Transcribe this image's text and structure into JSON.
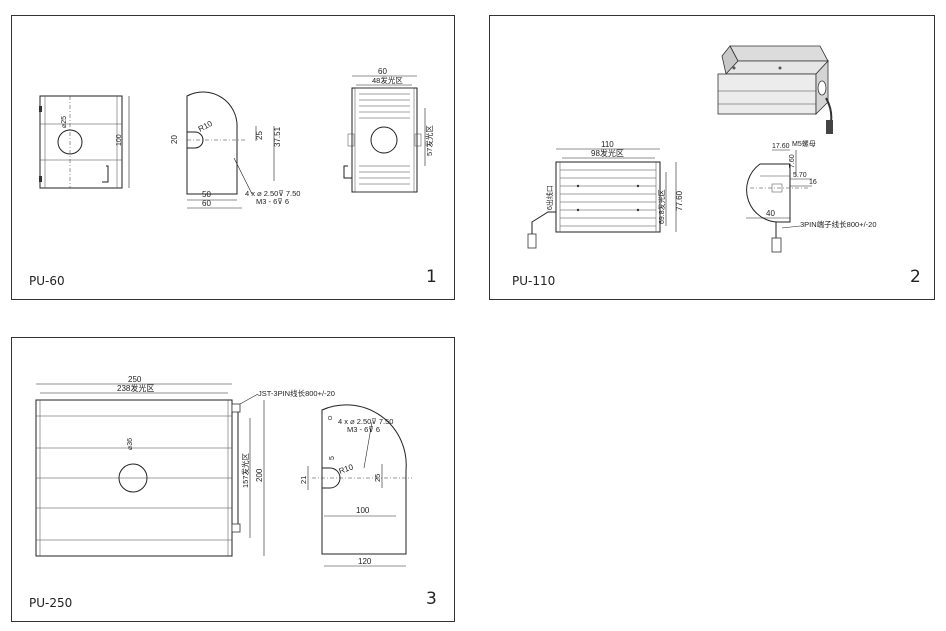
{
  "panels": [
    {
      "model": "PU-60",
      "number": "1",
      "dims": {
        "side_height": "100",
        "hole": "⌀25",
        "radius": "R10",
        "slot_h": "20",
        "hole_offset": "25",
        "profile_h": "37.51",
        "base_inner": "50",
        "base_outer": "60",
        "screw_1": "4 x ⌀ 2.50⊽ 7.50",
        "screw_2": "M3 - 6⊽ 6",
        "top_width": "60",
        "emit_width": "48发光区",
        "emit_height": "57发光区"
      }
    },
    {
      "model": "PU-110",
      "number": "2",
      "dims": {
        "width": "110",
        "emit_width": "98发光区",
        "height": "77.60",
        "emit_height": "69.8发光区",
        "cable_note": "6出线口",
        "d1": "17.60",
        "d2": "M5螺母",
        "d3": "7.60",
        "d4": "5.70",
        "d5": "16",
        "d6": "40",
        "cable": "3PIN端子线长800+/-20"
      }
    },
    {
      "model": "PU-250",
      "number": "3",
      "dims": {
        "width": "250",
        "emit_width": "238发光区",
        "cable": "JST-3PIN线长800+/-20",
        "hole": "⌀36",
        "emit_height": "157发光区",
        "height": "200",
        "screw_1": "4 x ⌀ 2.50⊽ 7.50",
        "screw_2": "M3 - 6⊽ 6",
        "slot_h": "21",
        "radius": "R10",
        "small": "5",
        "hole_offset": "25",
        "base_inner": "100",
        "base_outer": "120"
      }
    }
  ]
}
